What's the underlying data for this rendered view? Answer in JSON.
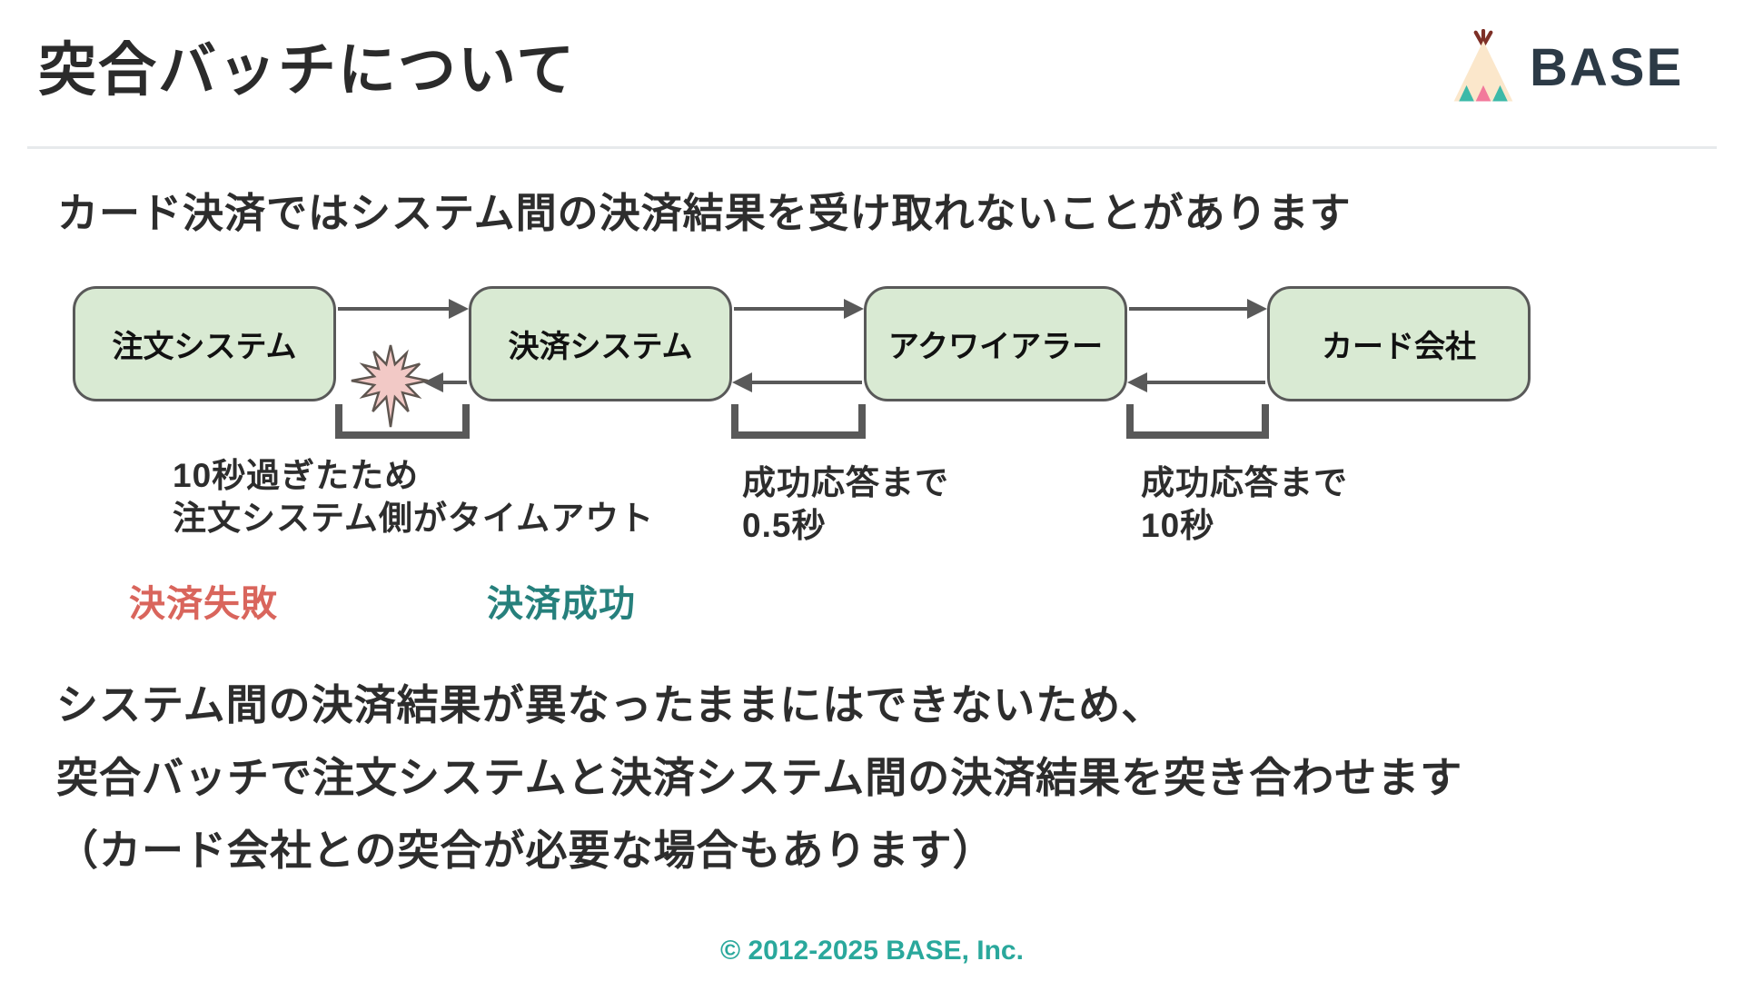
{
  "header": {
    "title": "突合バッチについて",
    "brand": {
      "name": "BASE"
    }
  },
  "intro": {
    "text": "カード決済ではシステム間の決済結果を受け取れないことがあります"
  },
  "diagram": {
    "nodes": [
      {
        "label": "注文システム"
      },
      {
        "label": "決済システム"
      },
      {
        "label": "アクワイアラー"
      },
      {
        "label": "カード会社"
      }
    ],
    "annotations": [
      {
        "line1": "10秒過ぎたため",
        "line2": "注文システム側がタイムアウト"
      },
      {
        "line1": "成功応答まで",
        "line2": "0.5秒"
      },
      {
        "line1": "成功応答まで",
        "line2": "10秒"
      }
    ],
    "statuses": [
      {
        "label": "決済失敗",
        "color": "#d9655c"
      },
      {
        "label": "決済成功",
        "color": "#26807c"
      }
    ]
  },
  "summary": {
    "line1": "システム間の決済結果が異なったままにはできないため、",
    "line2": "突合バッチで注文システムと決済システム間の決済結果を突き合わせます",
    "line3": "（カード会社との突合が必要な場合もあります）"
  },
  "footer": {
    "copyright": "© 2012-2025 BASE, Inc."
  },
  "colors": {
    "node_fill": "#d9ead3",
    "node_border": "#595959",
    "connector": "#595959",
    "bracket": "#595959",
    "explosion_fill": "#f2c9c6",
    "explosion_border": "#5f5650",
    "status_fail": "#d9655c",
    "status_success": "#26807c",
    "footer_text": "#2aa89c",
    "brand_text": "#2c3a46",
    "title_text": "#2b2b2b",
    "tent_body": "#fbe7cb",
    "tent_poles": "#7d2f26",
    "tent_triangle_teal": "#3cb9a8",
    "tent_triangle_pink": "#f2799b"
  }
}
